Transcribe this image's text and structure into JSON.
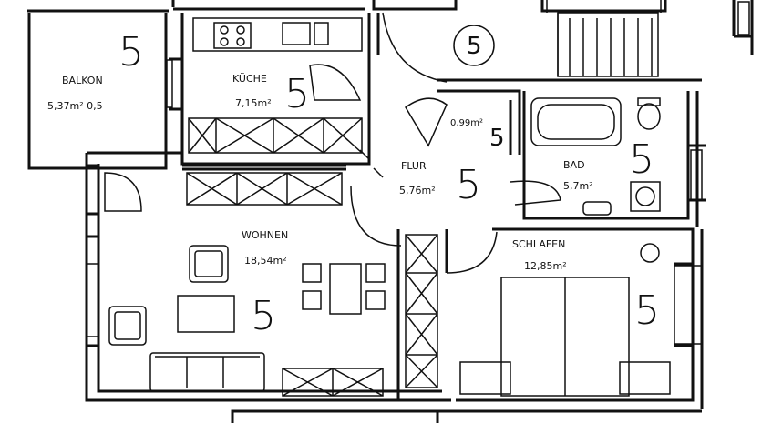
{
  "rooms": {
    "balkon": {
      "name": "BALKON",
      "area": "5,37m² 0,5",
      "mark": "5"
    },
    "kueche": {
      "name": "KÜCHE",
      "area": "7,15m²",
      "mark": "5"
    },
    "flur": {
      "name": "FLUR",
      "area": "5,76m²",
      "mark": "5"
    },
    "abstell": {
      "area": "0,99m²",
      "mark": "5"
    },
    "bad": {
      "name": "BAD",
      "area": "5,7m²",
      "mark": "5"
    },
    "wohnen": {
      "name": "WOHNEN",
      "area": "18,54m²",
      "mark": "5"
    },
    "schlafen": {
      "name": "SCHLAFEN",
      "area": "12,85m²",
      "mark": "5"
    }
  },
  "stair_mark": "5"
}
